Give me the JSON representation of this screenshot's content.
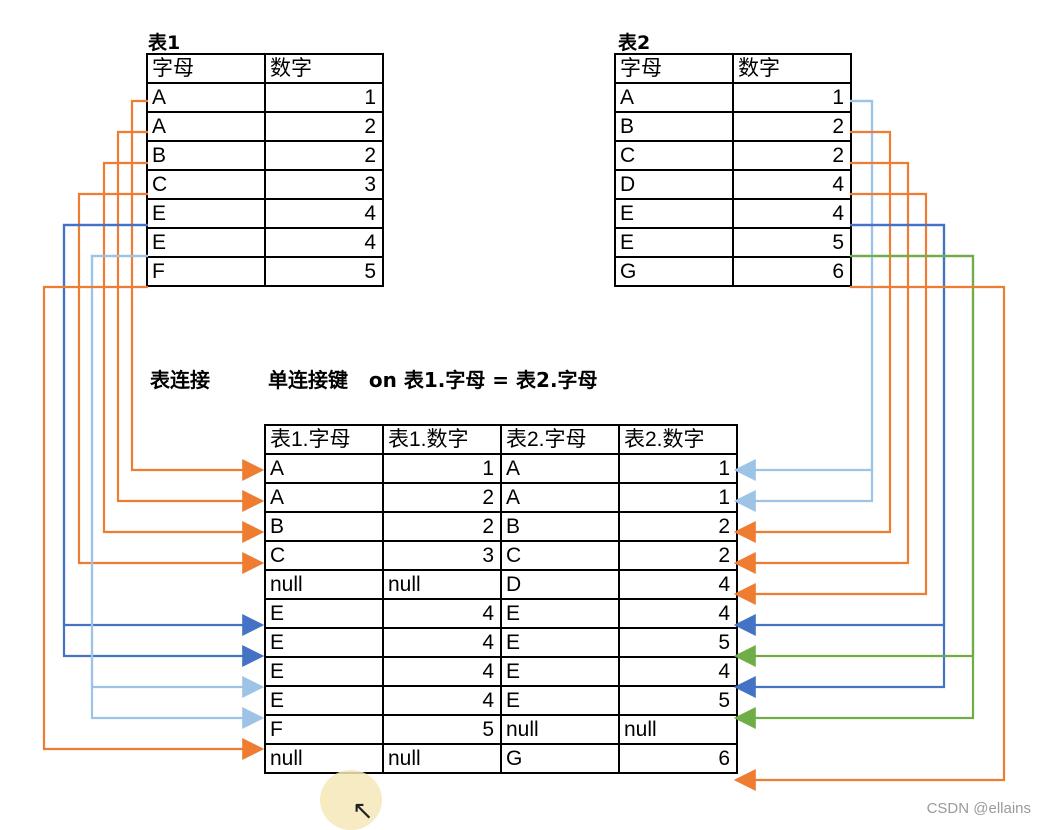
{
  "table1": {
    "title": "表1",
    "headers": [
      "字母",
      "数字"
    ],
    "rows": [
      [
        "A",
        "1"
      ],
      [
        "A",
        "2"
      ],
      [
        "B",
        "2"
      ],
      [
        "C",
        "3"
      ],
      [
        "E",
        "4"
      ],
      [
        "E",
        "4"
      ],
      [
        "F",
        "5"
      ]
    ]
  },
  "table2": {
    "title": "表2",
    "headers": [
      "字母",
      "数字"
    ],
    "rows": [
      [
        "A",
        "1"
      ],
      [
        "B",
        "2"
      ],
      [
        "C",
        "2"
      ],
      [
        "D",
        "4"
      ],
      [
        "E",
        "4"
      ],
      [
        "E",
        "5"
      ],
      [
        "G",
        "6"
      ]
    ]
  },
  "caption": {
    "left": "表连接",
    "right": "单连接键   on 表1.字母 = 表2.字母"
  },
  "joined": {
    "headers": [
      "表1.字母",
      "表1.数字",
      "表2.字母",
      "表2.数字"
    ],
    "rows": [
      [
        "A",
        "1",
        "A",
        "1"
      ],
      [
        "A",
        "2",
        "A",
        "1"
      ],
      [
        "B",
        "2",
        "B",
        "2"
      ],
      [
        "C",
        "3",
        "C",
        "2"
      ],
      [
        "null",
        "null",
        "D",
        "4"
      ],
      [
        "E",
        "4",
        "E",
        "4"
      ],
      [
        "E",
        "4",
        "E",
        "5"
      ],
      [
        "E",
        "4",
        "E",
        "4"
      ],
      [
        "E",
        "4",
        "E",
        "5"
      ],
      [
        "F",
        "5",
        "null",
        "null"
      ],
      [
        "null",
        "null",
        "G",
        "6"
      ]
    ]
  },
  "watermark": "CSDN @ellains",
  "colors": {
    "orange": "#ee7d31",
    "dark_blue": "#4472c4",
    "light_blue": "#9dc3e6",
    "green": "#70ad47"
  }
}
